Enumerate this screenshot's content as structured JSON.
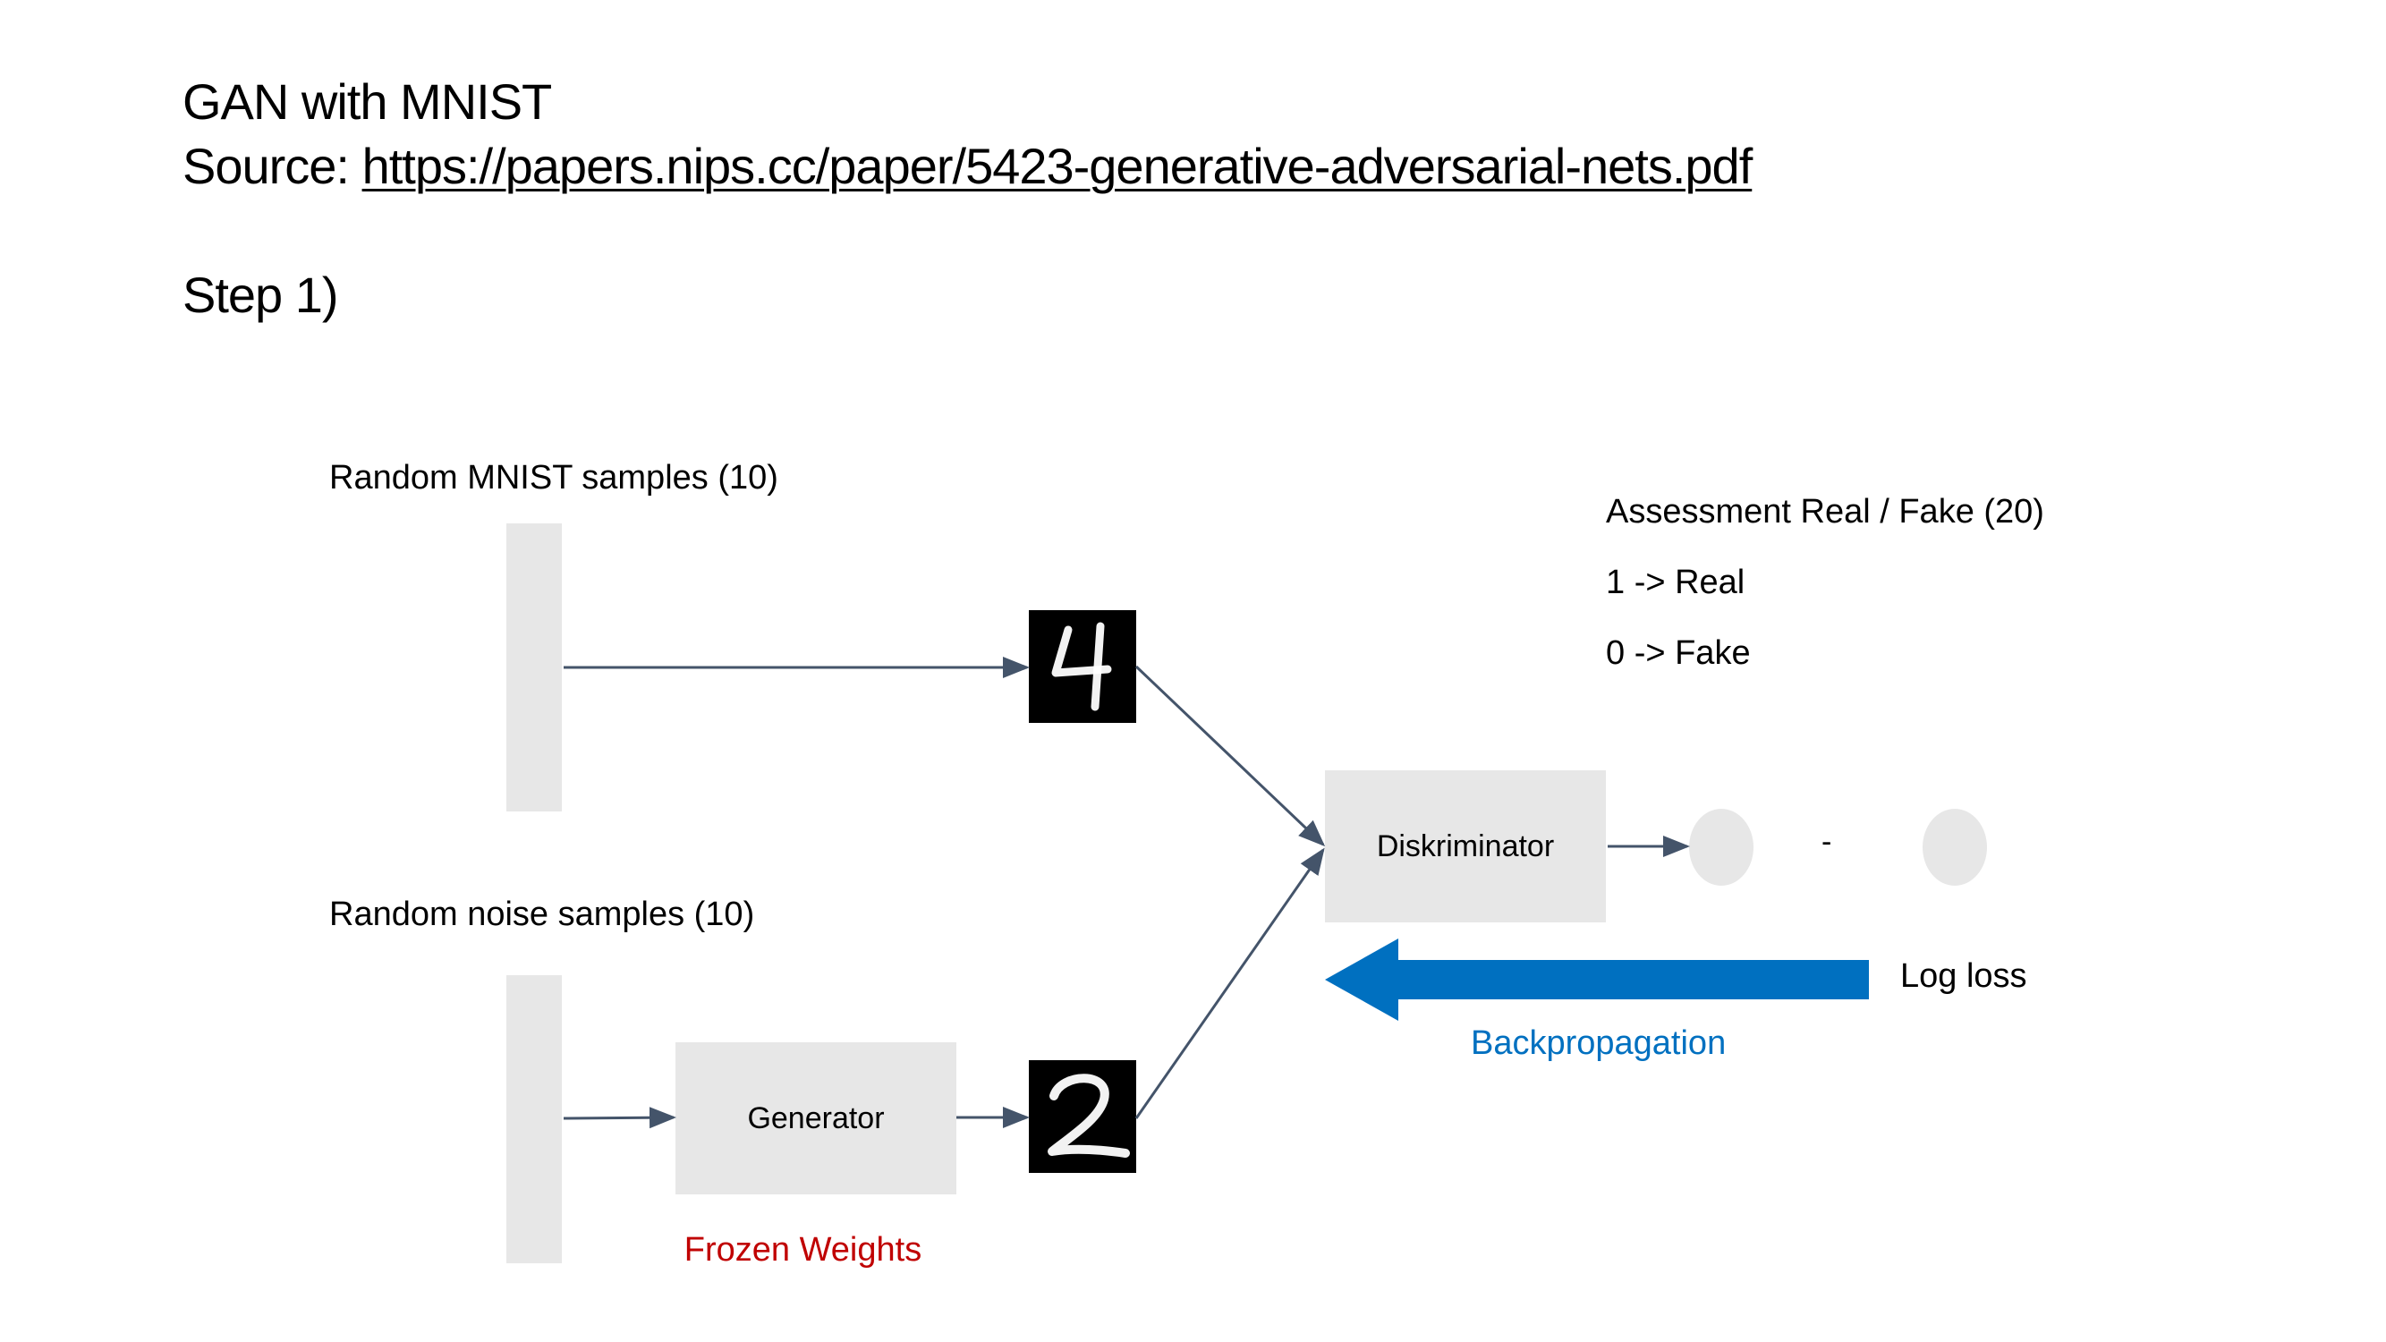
{
  "header": {
    "title": "GAN with MNIST",
    "source_prefix": "Source: ",
    "source_link": "https://papers.nips.cc/paper/5423-generative-adversarial-nets.pdf",
    "step": "Step 1)"
  },
  "diagram": {
    "mnist_label": "Random MNIST samples (10)",
    "noise_label": "Random noise samples (10)",
    "generator": "Generator",
    "frozen_weights": "Frozen Weights",
    "discriminator": "Diskriminator",
    "assessment_title": "Assessment Real / Fake (20)",
    "real_rule": "1 -> Real",
    "fake_rule": "0 -> Fake",
    "minus": "-",
    "log_loss": "Log loss",
    "backprop": "Backpropagation",
    "real_sample_digit": "4",
    "fake_sample_digit": "2"
  },
  "colors": {
    "frozen": "#c00000",
    "backprop": "#0070c0",
    "arrow": "#44546a",
    "box": "#e7e7e7"
  }
}
